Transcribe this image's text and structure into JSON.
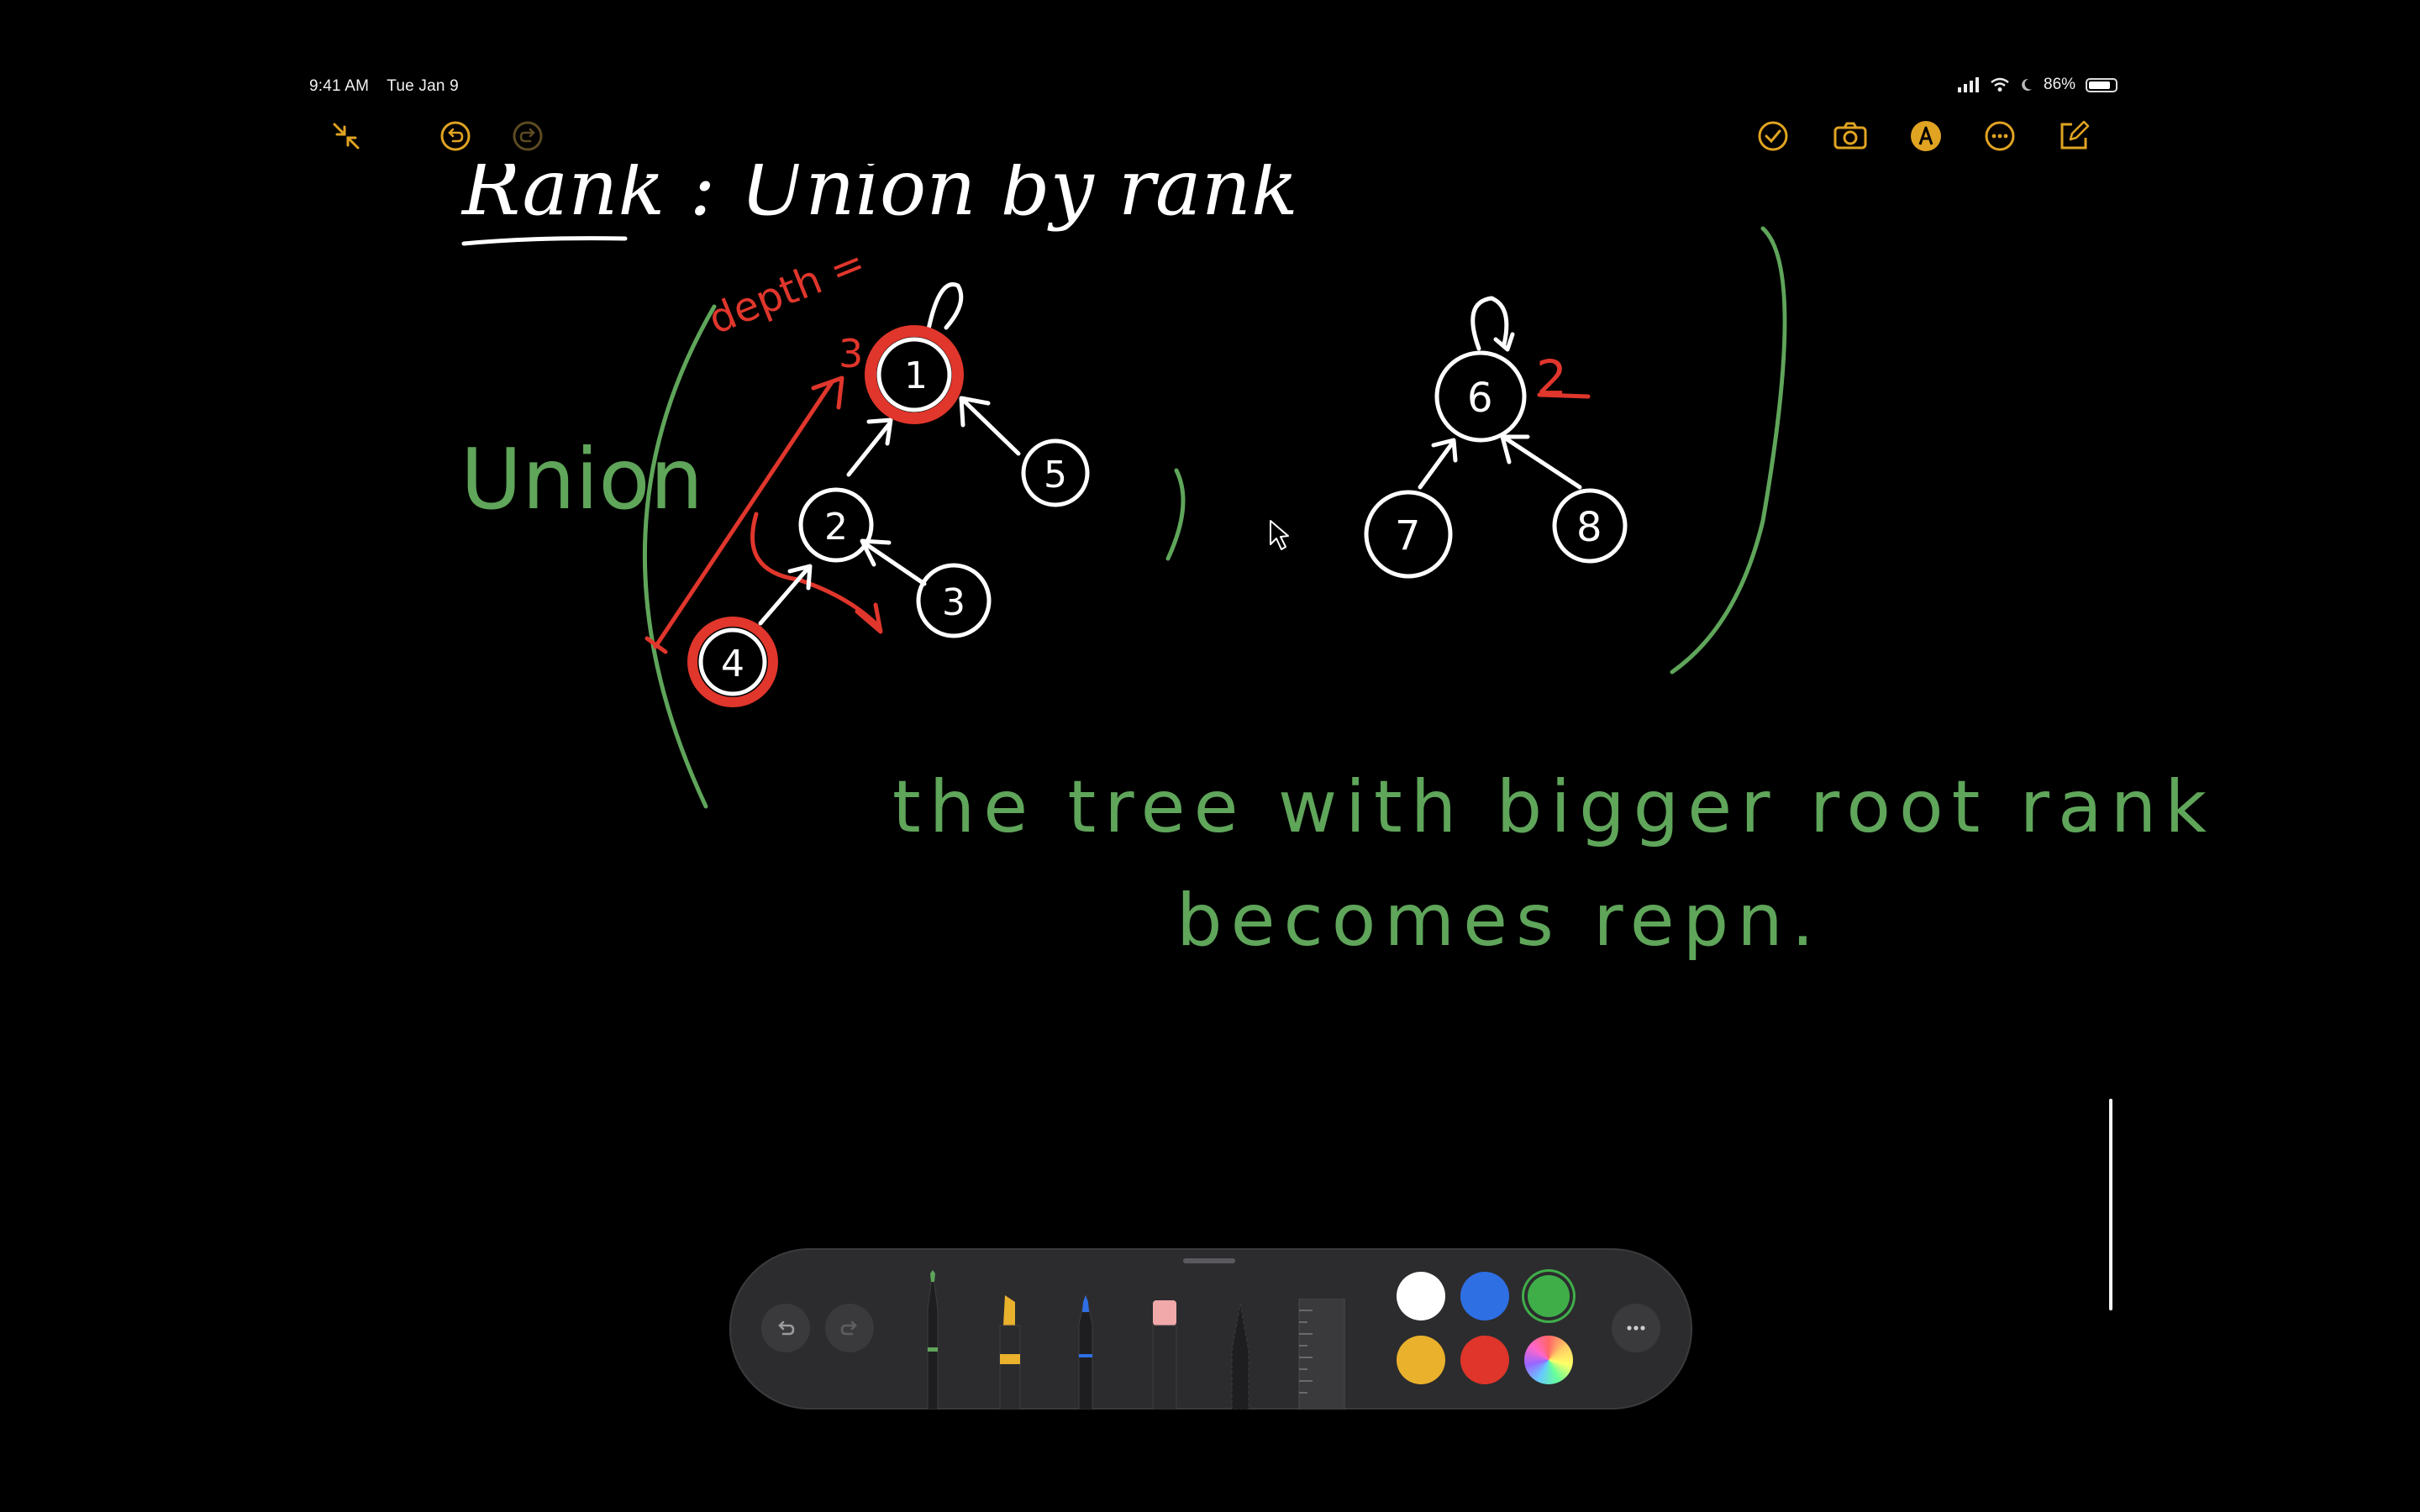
{
  "status_bar": {
    "time": "9:41 AM",
    "date": "Tue Jan 9",
    "battery": "86%",
    "battery_level": 0.86
  },
  "toolbar": {
    "left": [
      "collapse-icon",
      "undo-icon",
      "redo-icon"
    ],
    "right": [
      "checkmark-icon",
      "camera-icon",
      "markup-icon",
      "more-icon",
      "compose-icon"
    ],
    "accent_color": "#e0a422"
  },
  "note": {
    "heading": "Rank : Union by rank.",
    "union_label": "Union",
    "depth_label": "depth =",
    "depth_value": "3",
    "rank_value": "2",
    "tree1_nodes": [
      "1",
      "2",
      "3",
      "4",
      "5"
    ],
    "tree2_nodes": [
      "6",
      "7",
      "8"
    ],
    "caption_line1": "the tree with bigger root rank",
    "caption_line2": "becomes repn.",
    "ink_colors": {
      "white": "#ffffff",
      "green": "#5fa55a",
      "red": "#e0362c"
    }
  },
  "palette": {
    "tools": [
      "pen",
      "marker",
      "pencil",
      "eraser",
      "lasso",
      "ruler"
    ],
    "colors": [
      "#ffffff",
      "#2f6fe4",
      "#3fae49",
      "#e9b12c",
      "#e0352a",
      "multicolor"
    ],
    "selected_color": "#3fae49"
  }
}
